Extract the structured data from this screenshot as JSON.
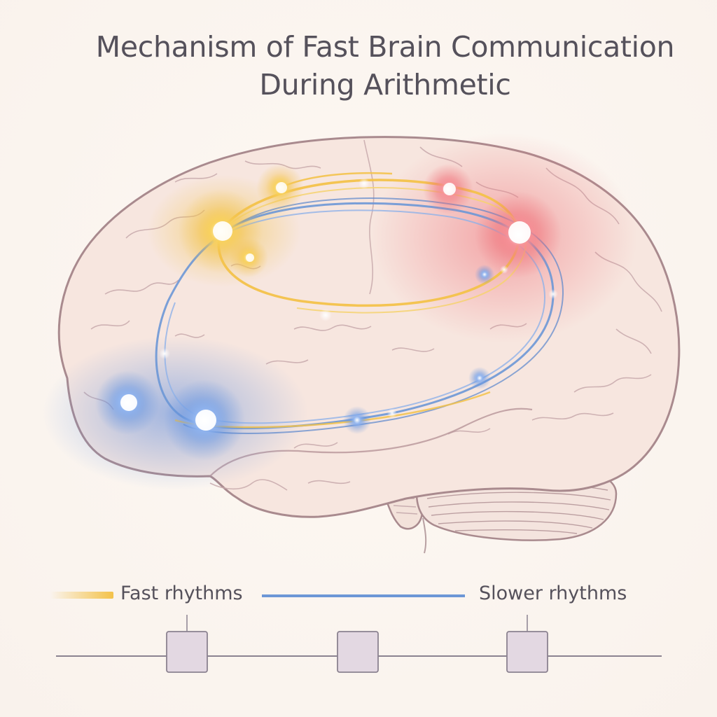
{
  "title": {
    "line1": "Mechanism of Fast Brain Communication",
    "line2": "During Arithmetic"
  },
  "legend": {
    "fast_label": "Fast rhythms",
    "slow_label": "Slower rhythms"
  },
  "colors": {
    "fast": "#f3c24a",
    "slow": "#6c97d6",
    "frontal_glow": "#f5c84a",
    "parietal_glow": "#ee6a72",
    "temporal_glow": "#5c8fe0",
    "brain_fill": "#f7e6df",
    "brain_outline": "#a98a8e"
  },
  "regions": [
    {
      "name": "frontal",
      "color": "yellow"
    },
    {
      "name": "parietal",
      "color": "red"
    },
    {
      "name": "temporal",
      "color": "blue"
    }
  ],
  "timeline_markers": 3
}
